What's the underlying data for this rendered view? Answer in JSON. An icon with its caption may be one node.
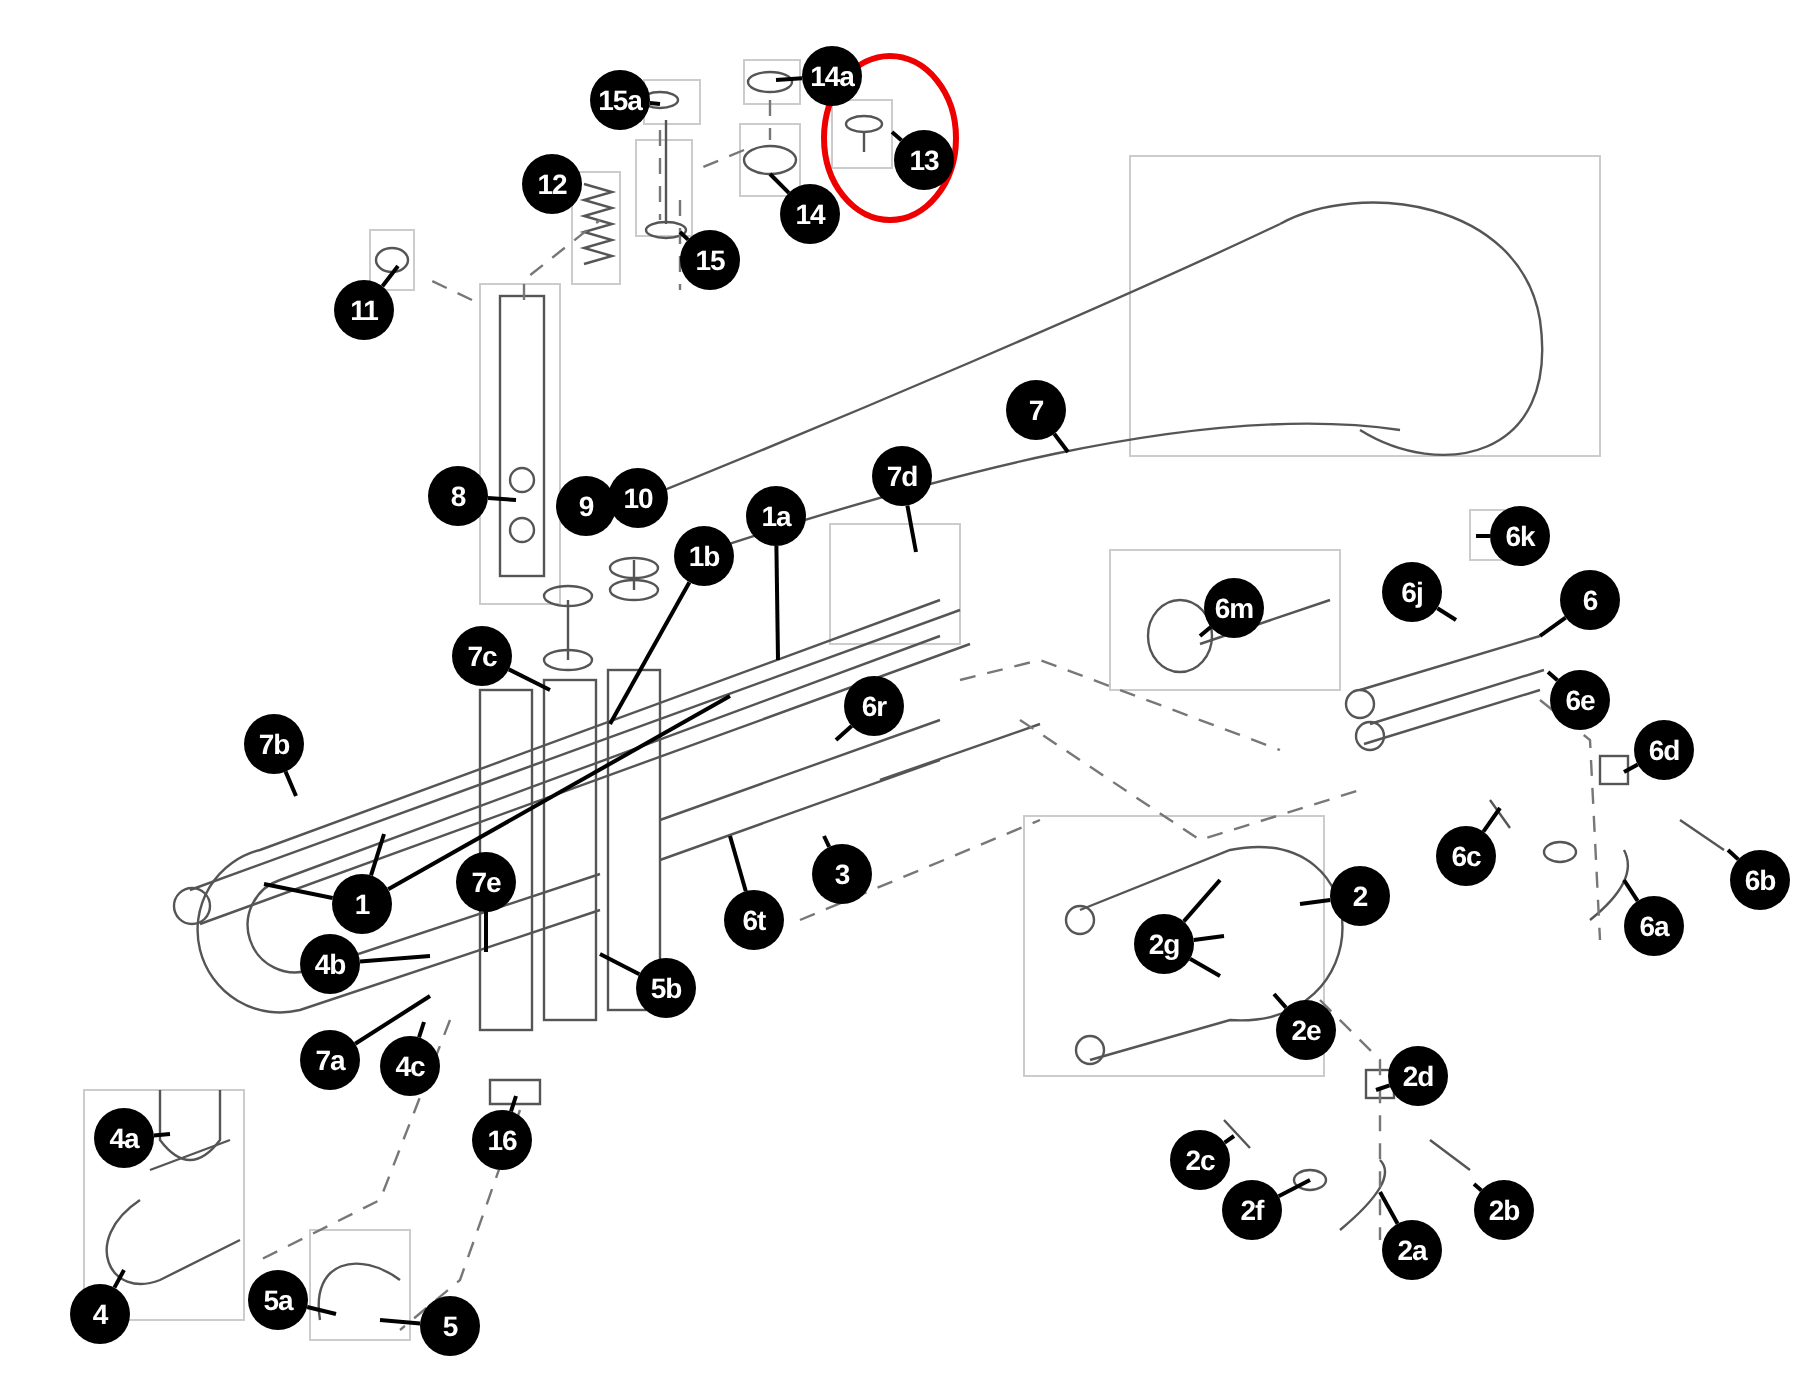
{
  "diagram": {
    "nodes": [
      {
        "text": [
          "14a"
        ]
      },
      {
        "text": [
          "15a"
        ]
      },
      {
        "text": [
          "13"
        ]
      },
      {
        "text": [
          "14"
        ]
      },
      {
        "text": [
          "15"
        ]
      },
      {
        "text": [
          "11"
        ]
      },
      {
        "text": [
          "7"
        ]
      },
      {
        "text": [
          "8"
        ]
      },
      {
        "text": [
          "7d"
        ]
      },
      {
        "text": [
          "1a"
        ]
      },
      {
        "text": [
          "1b"
        ]
      },
      {
        "text": [
          "6k"
        ]
      },
      {
        "text": [
          "6j"
        ]
      },
      {
        "text": [
          "6m"
        ]
      },
      {
        "text": [
          "6"
        ]
      },
      {
        "text": [
          "7c"
        ]
      },
      {
        "text": [
          "6r"
        ]
      },
      {
        "text": [
          "6e"
        ]
      },
      {
        "text": [
          "6d"
        ]
      },
      {
        "text": [
          "7b"
        ]
      },
      {
        "text": [
          "6c"
        ]
      },
      {
        "text": [
          "6b"
        ]
      },
      {
        "text": [
          "3"
        ]
      },
      {
        "text": [
          "6t"
        ]
      },
      {
        "text": [
          "1"
        ]
      },
      {
        "text": [
          "2"
        ]
      },
      {
        "text": [
          "6a"
        ]
      },
      {
        "text": [
          "2g"
        ]
      },
      {
        "text": [
          "7e"
        ]
      },
      {
        "text": [
          "4b"
        ]
      },
      {
        "text": [
          "2e"
        ]
      },
      {
        "text": [
          "5b"
        ]
      },
      {
        "text": [
          "7a"
        ]
      },
      {
        "text": [
          "4c"
        ]
      },
      {
        "text": [
          "16"
        ]
      },
      {
        "text": [
          "2d"
        ]
      },
      {
        "text": [
          "4a"
        ]
      },
      {
        "text": [
          "2c"
        ]
      },
      {
        "text": [
          "2f"
        ]
      },
      {
        "text": [
          "2b"
        ]
      },
      {
        "text": [
          "2a"
        ]
      },
      {
        "text": [
          "4"
        ]
      },
      {
        "text": [
          "5a"
        ]
      },
      {
        "text": [
          "5"
        ]
      },
      {
        "text": [
          "12"
        ]
      },
      {
        "text": [
          "9"
        ]
      },
      {
        "text": [
          "10"
        ]
      }
    ],
    "edges": [
      {
        "from": 0,
        "to": null,
        "arrow": "none"
      },
      {
        "from": 1,
        "to": null,
        "arrow": "none"
      },
      {
        "from": 2,
        "to": null,
        "arrow": "none"
      },
      {
        "from": 3,
        "to": null,
        "arrow": "none"
      },
      {
        "from": 4,
        "to": null,
        "arrow": "none"
      },
      {
        "from": 5,
        "to": null,
        "arrow": "none"
      },
      {
        "from": 6,
        "to": null,
        "arrow": "none"
      },
      {
        "from": 7,
        "to": null,
        "arrow": "none"
      },
      {
        "from": 8,
        "to": null,
        "arrow": "none"
      },
      {
        "from": 9,
        "to": null,
        "arrow": "none"
      },
      {
        "from": 10,
        "to": null,
        "arrow": "none"
      },
      {
        "from": 11,
        "to": null,
        "arrow": "none"
      },
      {
        "from": 12,
        "to": null,
        "arrow": "none"
      },
      {
        "from": 13,
        "to": null,
        "arrow": "none"
      },
      {
        "from": 14,
        "to": null,
        "arrow": "none"
      },
      {
        "from": 15,
        "to": null,
        "arrow": "none"
      },
      {
        "from": 16,
        "to": null,
        "arrow": "none"
      },
      {
        "from": 17,
        "to": null,
        "arrow": "none"
      },
      {
        "from": 18,
        "to": null,
        "arrow": "none"
      },
      {
        "from": 19,
        "to": null,
        "arrow": "none"
      },
      {
        "from": 20,
        "to": null,
        "arrow": "none"
      },
      {
        "from": 21,
        "to": null,
        "arrow": "none"
      },
      {
        "from": 22,
        "to": null,
        "arrow": "none"
      },
      {
        "from": 23,
        "to": null,
        "arrow": "none"
      },
      {
        "from": 24,
        "to": null,
        "arrow": "none"
      },
      {
        "from": 24,
        "to": null,
        "arrow": "none"
      },
      {
        "from": 24,
        "to": null,
        "arrow": "none"
      },
      {
        "from": 25,
        "to": null,
        "arrow": "none"
      },
      {
        "from": 26,
        "to": null,
        "arrow": "none"
      },
      {
        "from": 27,
        "to": null,
        "arrow": "none"
      },
      {
        "from": 27,
        "to": null,
        "arrow": "none"
      },
      {
        "from": 27,
        "to": null,
        "arrow": "none"
      },
      {
        "from": 28,
        "to": null,
        "arrow": "none"
      },
      {
        "from": 29,
        "to": null,
        "arrow": "none"
      },
      {
        "from": 30,
        "to": null,
        "arrow": "none"
      },
      {
        "from": 31,
        "to": null,
        "arrow": "none"
      },
      {
        "from": 32,
        "to": null,
        "arrow": "none"
      },
      {
        "from": 33,
        "to": null,
        "arrow": "none"
      },
      {
        "from": 34,
        "to": null,
        "arrow": "none"
      },
      {
        "from": 35,
        "to": null,
        "arrow": "none"
      },
      {
        "from": 36,
        "to": null,
        "arrow": "none"
      },
      {
        "from": 37,
        "to": null,
        "arrow": "none"
      },
      {
        "from": 38,
        "to": null,
        "arrow": "none"
      },
      {
        "from": 39,
        "to": null,
        "arrow": "none"
      },
      {
        "from": 40,
        "to": null,
        "arrow": "none"
      },
      {
        "from": 41,
        "to": null,
        "arrow": "none"
      },
      {
        "from": 42,
        "to": null,
        "arrow": "none"
      },
      {
        "from": 43,
        "to": null,
        "arrow": "none"
      }
    ]
  }
}
